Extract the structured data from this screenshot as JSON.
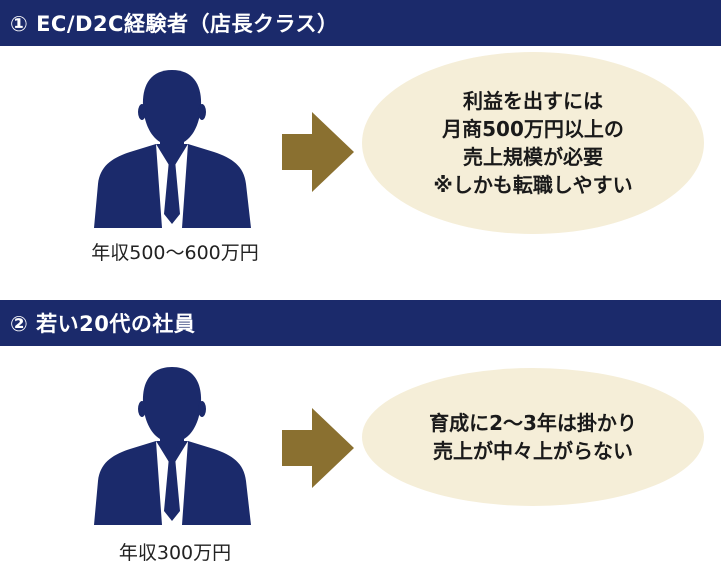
{
  "sections": [
    {
      "header": "① EC/D2C経験者（店長クラス）",
      "person_icon": "businessman-silhouette-icon",
      "salary": "年収500〜600万円",
      "arrow_icon": "right-arrow-icon",
      "bubble_lines": [
        "利益を出すには",
        "月商500万円以上の",
        "売上規模が必要",
        "※しかも転職しやすい"
      ]
    },
    {
      "header": "② 若い20代の社員",
      "person_icon": "businessman-silhouette-icon",
      "salary": "年収300万円",
      "arrow_icon": "right-arrow-icon",
      "bubble_lines": [
        "育成に2〜3年は掛かり",
        "売上が中々上がらない"
      ]
    }
  ],
  "colors": {
    "header_bg": "#1b2a6b",
    "silhouette": "#1b2a6b",
    "arrow": "#8a7030",
    "bubble_bg": "#f5eed8"
  }
}
